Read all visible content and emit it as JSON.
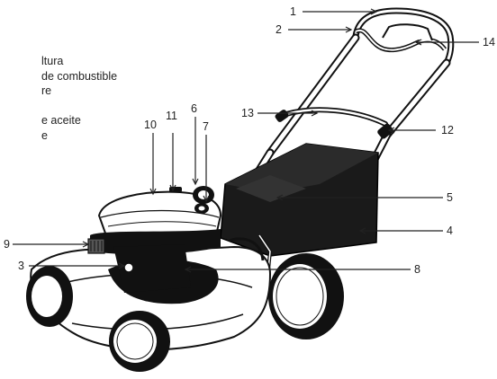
{
  "legend_fragments": [
    "ltura",
    "de combustible",
    "re",
    "",
    "e aceite",
    "e"
  ],
  "callouts": [
    "1",
    "2",
    "3",
    "4",
    "5",
    "6",
    "7",
    "8",
    "9",
    "10",
    "11",
    "12",
    "13",
    "14"
  ]
}
